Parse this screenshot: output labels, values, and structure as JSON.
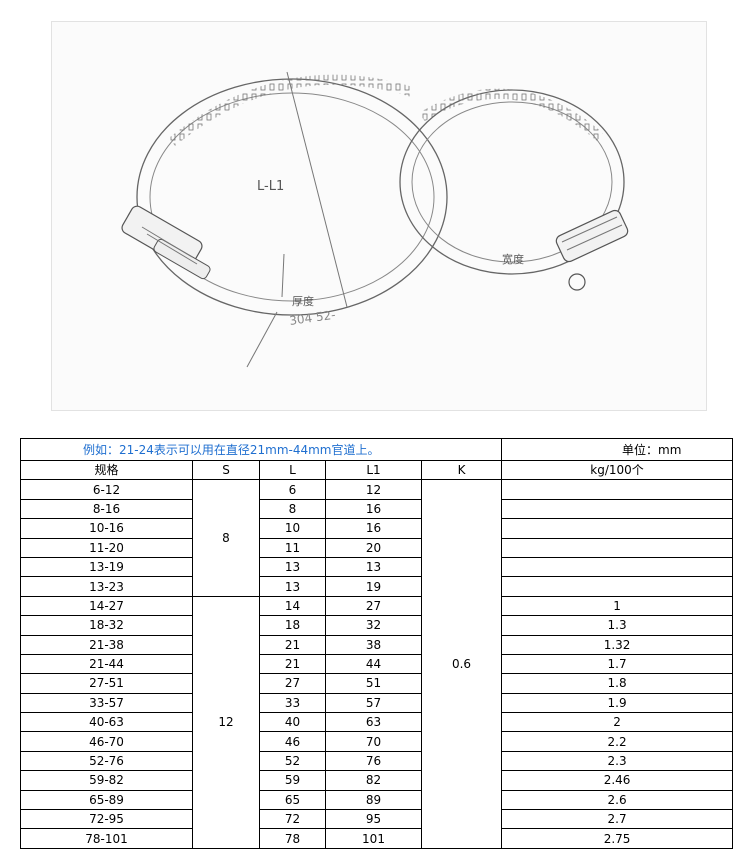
{
  "figure": {
    "label_length": "L-L1",
    "label_thickness": "厚度",
    "label_width": "宽度",
    "band_marking": "304 52-"
  },
  "table": {
    "note": "例如：21-24表示可以用在直径21mm-44mm官道上。",
    "unit": "单位：mm",
    "headers": [
      "规格",
      "S",
      "L",
      "L1",
      "K",
      "kg/100个"
    ],
    "s_values": [
      "8",
      "12"
    ],
    "k_value": "0.6",
    "rows": [
      {
        "spec": "6-12",
        "L": "6",
        "L1": "12",
        "kg": ""
      },
      {
        "spec": "8-16",
        "L": "8",
        "L1": "16",
        "kg": ""
      },
      {
        "spec": "10-16",
        "L": "10",
        "L1": "16",
        "kg": ""
      },
      {
        "spec": "11-20",
        "L": "11",
        "L1": "20",
        "kg": ""
      },
      {
        "spec": "13-19",
        "L": "13",
        "L1": "13",
        "kg": ""
      },
      {
        "spec": "13-23",
        "L": "13",
        "L1": "19",
        "kg": ""
      },
      {
        "spec": "14-27",
        "L": "14",
        "L1": "27",
        "kg": "1"
      },
      {
        "spec": "18-32",
        "L": "18",
        "L1": "32",
        "kg": "1.3"
      },
      {
        "spec": "21-38",
        "L": "21",
        "L1": "38",
        "kg": "1.32"
      },
      {
        "spec": "21-44",
        "L": "21",
        "L1": "44",
        "kg": "1.7"
      },
      {
        "spec": "27-51",
        "L": "27",
        "L1": "51",
        "kg": "1.8"
      },
      {
        "spec": "33-57",
        "L": "33",
        "L1": "57",
        "kg": "1.9"
      },
      {
        "spec": "40-63",
        "L": "40",
        "L1": "63",
        "kg": "2"
      },
      {
        "spec": "46-70",
        "L": "46",
        "L1": "70",
        "kg": "2.2"
      },
      {
        "spec": "52-76",
        "L": "52",
        "L1": "76",
        "kg": "2.3"
      },
      {
        "spec": "59-82",
        "L": "59",
        "L1": "82",
        "kg": "2.46"
      },
      {
        "spec": "65-89",
        "L": "65",
        "L1": "89",
        "kg": "2.6"
      },
      {
        "spec": "72-95",
        "L": "72",
        "L1": "95",
        "kg": "2.7"
      },
      {
        "spec": "78-101",
        "L": "78",
        "L1": "101",
        "kg": "2.75"
      }
    ]
  }
}
